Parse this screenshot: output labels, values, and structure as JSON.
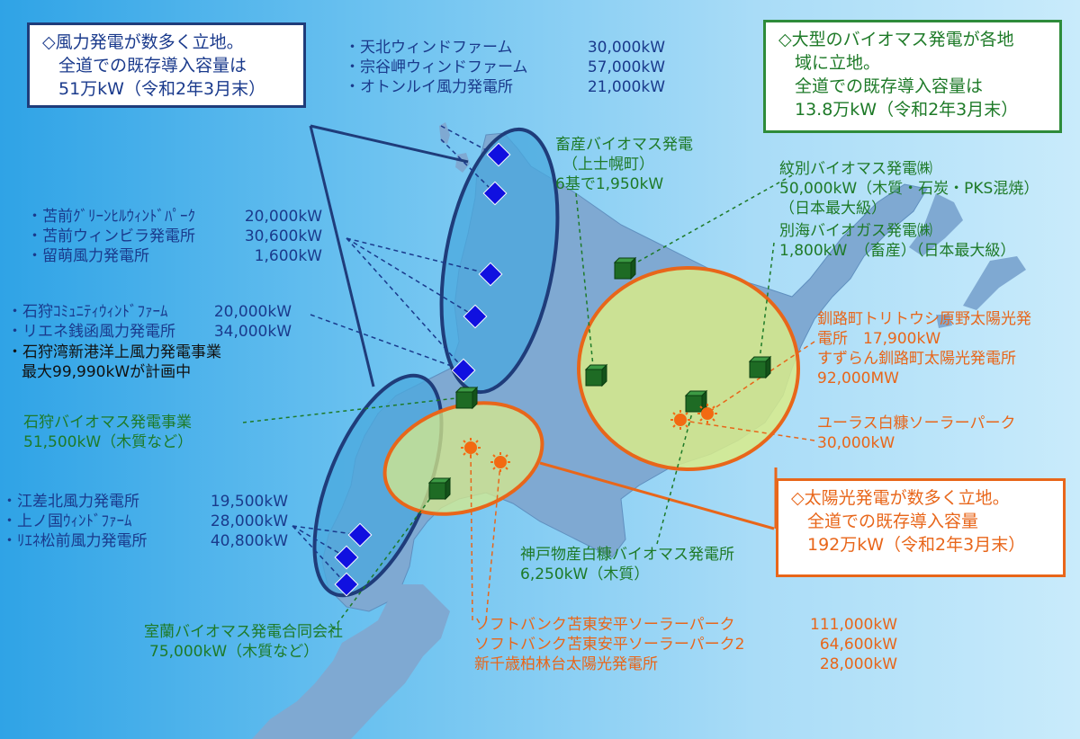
{
  "callouts": {
    "wind": {
      "lines": [
        "◇風力発電が数多く立地。",
        "全道での既存導入容量は",
        "51万kW（令和2年3月末）"
      ]
    },
    "biomass": {
      "lines": [
        "◇大型のバイオマス発電が各地",
        "域に立地。",
        "全道での既存導入容量は",
        "13.8万kW（令和2年3月末）"
      ]
    },
    "solar": {
      "lines": [
        "◇太陽光発電が数多く立地。",
        "全道での既存導入容量",
        "192万kW（令和2年3月末）"
      ]
    }
  },
  "wind_groups": {
    "north": [
      {
        "name": "・天北ウィンドファーム",
        "value": "30,000kW"
      },
      {
        "name": "・宗谷岬ウィンドファーム",
        "value": "57,000kW"
      },
      {
        "name": "・オトンルイ風力発電所",
        "value": "21,000kW"
      }
    ],
    "tomamae": [
      {
        "name": "・苫前ｸﾞﾘｰﾝﾋﾙｳｨﾝﾄﾞﾊﾟｰｸ",
        "value": "20,000kW"
      },
      {
        "name": "・苫前ウィンビラ発電所",
        "value": "30,600kW"
      },
      {
        "name": "・留萌風力発電所",
        "value": "1,600kW"
      }
    ],
    "ishikari": [
      {
        "name": "・石狩ｺﾐｭﾆﾃｨｳｨﾝﾄﾞﾌｧｰﾑ",
        "value": "20,000kW"
      },
      {
        "name": "・リエネ銭函風力発電所",
        "value": "34,000kW"
      }
    ],
    "ishikari_note": [
      "・石狩湾新港洋上風力発電事業",
      "最大99,990kWが計画中"
    ],
    "south": [
      {
        "name": "・江差北風力発電所",
        "value": "19,500kW"
      },
      {
        "name": "・上ノ国ｳｨﾝﾄﾞﾌｧｰﾑ",
        "value": "28,000kW"
      },
      {
        "name": "・ﾘｴﾈ松前風力発電所",
        "value": "40,800kW"
      }
    ]
  },
  "biomass_labels": {
    "chikusan": [
      "畜産バイオマス発電",
      "（上士幌町）",
      "6基で1,950kW"
    ],
    "monbetsu": [
      "紋別バイオマス発電㈱",
      "50,000kW（木質・石炭・PKS混焼）",
      "（日本最大級）"
    ],
    "betsukai": [
      "別海バイオガス発電㈱",
      "1,800kW　（畜産）（日本最大級）"
    ],
    "ishikari": [
      "石狩バイオマス発電事業",
      "51,500kW（木質など）"
    ],
    "shiraoi": [
      "神戸物産白糠バイオマス発電所",
      "6,250kW（木質）"
    ],
    "muroran": [
      "室蘭バイオマス発電合同会社",
      "75,000kW（木質など）"
    ]
  },
  "solar_labels": {
    "kushiro": [
      "釧路町トリトウシ原野太陽光発",
      "電所　17,900kW",
      "すずらん釧路町太陽光発電所",
      "92,000MW"
    ],
    "eurus": [
      "ユーラス白糠ソーラーパーク",
      "30,000kW"
    ],
    "softbank": [
      {
        "name": "ソフトバンク苫東安平ソーラーパーク",
        "value": "111,000kW"
      },
      {
        "name": "ソフトバンク苫東安平ソーラーパーク2",
        "value": "64,600kW"
      },
      {
        "name": "新千歳柏林台太陽光発電所",
        "value": "28,000kW"
      }
    ]
  },
  "colors": {
    "wind": "#1a3a8c",
    "biomass": "#1e7a28",
    "solar": "#e8661a",
    "land": "#7fa9d2",
    "wind_zone": "#4aa8de",
    "solar_zone": "#d8eb8a"
  },
  "icons": {
    "wind_marker": "blue-diamond-icon",
    "biomass_marker": "green-cube-icon",
    "solar_marker": "sun-icon"
  }
}
